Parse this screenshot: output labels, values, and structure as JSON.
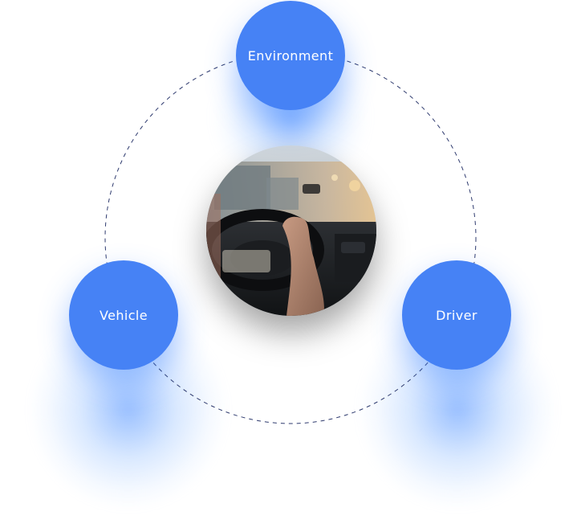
{
  "nodes": {
    "environment": {
      "label": "Environment"
    },
    "vehicle": {
      "label": "Vehicle"
    },
    "driver": {
      "label": "Driver"
    }
  },
  "center": {
    "image": "driver-hands-on-steering-wheel-photo"
  },
  "colors": {
    "node": "#4682F5",
    "orbit": "#2E3A6E",
    "label": "#ffffff"
  }
}
